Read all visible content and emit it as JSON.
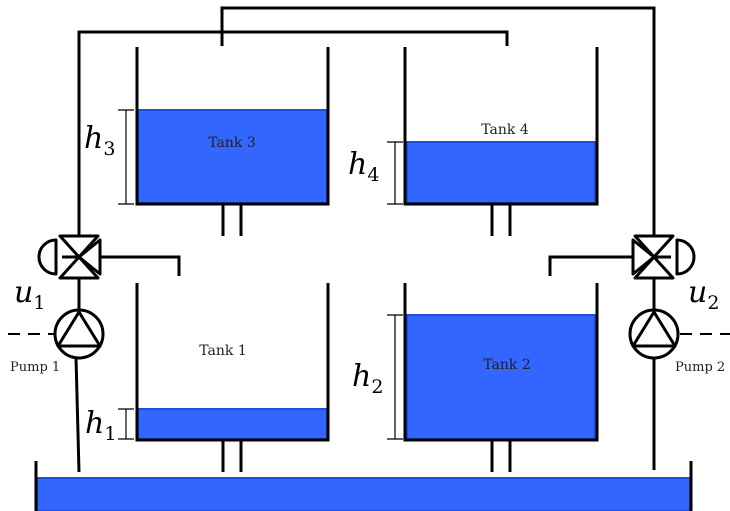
{
  "colors": {
    "water": "#3366ff",
    "water_edge": "#1b4fe0",
    "stroke": "#000000",
    "background": "#ffffff"
  },
  "tanks": {
    "tank1": {
      "label": "Tank 1",
      "level_var": "h",
      "level_sub": "1"
    },
    "tank2": {
      "label": "Tank 2",
      "level_var": "h",
      "level_sub": "2"
    },
    "tank3": {
      "label": "Tank 3",
      "level_var": "h",
      "level_sub": "3"
    },
    "tank4": {
      "label": "Tank 4",
      "level_var": "h",
      "level_sub": "4"
    }
  },
  "pumps": {
    "pump1": {
      "label": "Pump 1",
      "input_var": "u",
      "input_sub": "1"
    },
    "pump2": {
      "label": "Pump 2",
      "input_var": "u",
      "input_sub": "2"
    }
  },
  "icons": {
    "valve_left": "three-way-valve-icon",
    "valve_right": "three-way-valve-icon",
    "pump_left": "pump-icon",
    "pump_right": "pump-icon"
  }
}
